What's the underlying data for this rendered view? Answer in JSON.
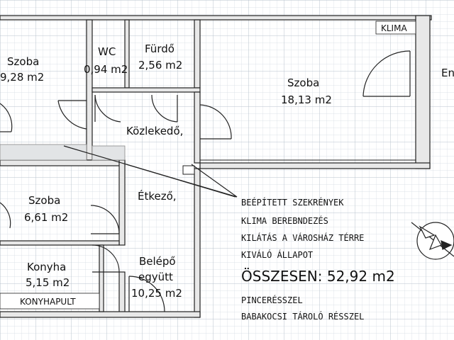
{
  "rooms": {
    "szoba_left_name": "Szoba",
    "szoba_left_area": "9,28 m2",
    "wc_name": "WC",
    "wc_area": "0,94 m2",
    "furdo_name": "Fürdő",
    "furdo_area": "2,56 m2",
    "szoba_big_name": "Szoba",
    "szoba_big_area": "18,13 m2",
    "right_edge_name": "En",
    "kozlekedo_name": "Közlekedő,",
    "szoba_small_name": "Szoba",
    "szoba_small_area": "6,61 m2",
    "etkezo_name": "Étkező,",
    "konyha_name": "Konyha",
    "konyha_area": "5,15 m2",
    "belepo_name": "Belépő",
    "belepo_together": "együtt",
    "belepo_area": "10,25 m2"
  },
  "tags": {
    "klima": "KLIMA",
    "konyhapult": "KONYHAPULT"
  },
  "notes": {
    "line1": "BEÉPÍTETT SZEKRÉNYEK",
    "line2": "KLIMA BEREBNDEZÉS",
    "line3": "KILÁTÁS A VÁROSHÁZ TÉRRE",
    "line4": "KIVÁLÓ ÁLLAPOT",
    "total": "ÖSSZESEN: 52,92 m2",
    "line5": "PINCERÉSSZEL",
    "line6": "BABAKOCSI TÁROLÓ RÉSSZEL"
  },
  "colors": {
    "grid": "#c9d2dc",
    "wall": "#222222",
    "wall_fill": "#eaeaea"
  },
  "icons": {
    "compass": "north-arrow-icon"
  }
}
